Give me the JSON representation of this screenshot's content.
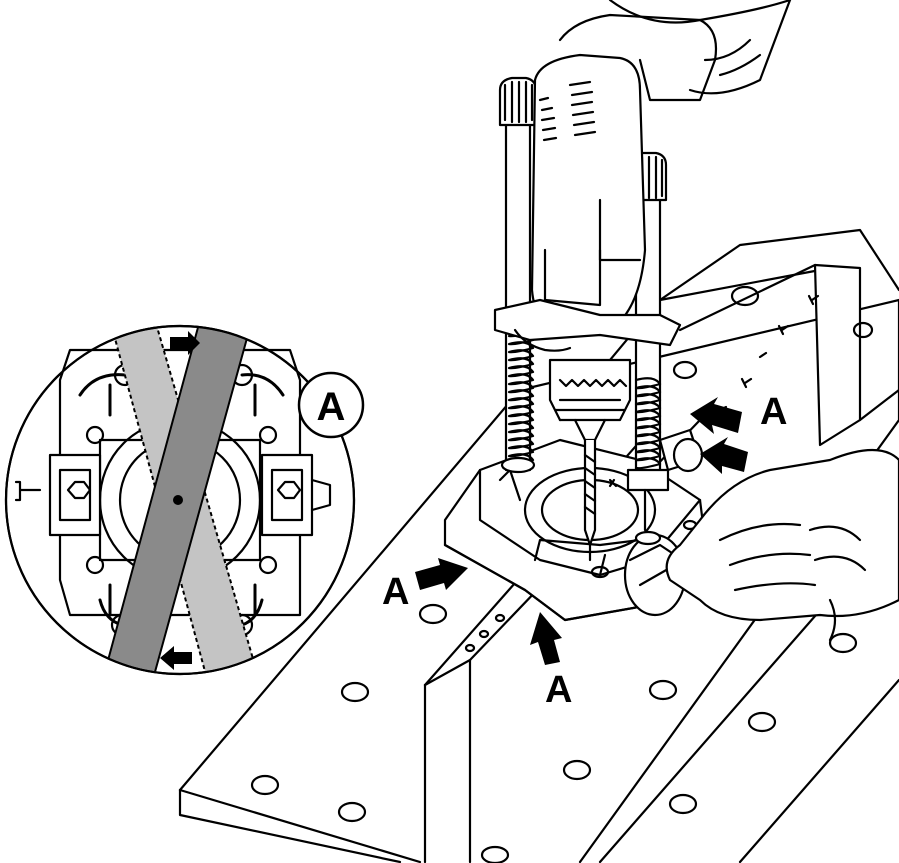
{
  "callout_labels": {
    "circle_detail": "A",
    "upper_right_1": "A",
    "upper_right_2": "A",
    "base_left": "A",
    "base_bottom": "A"
  },
  "colors": {
    "line": "#000000",
    "paper": "#ffffff",
    "dark_bar": "#8a8a8a",
    "light_bar": "#c4c4c4"
  }
}
